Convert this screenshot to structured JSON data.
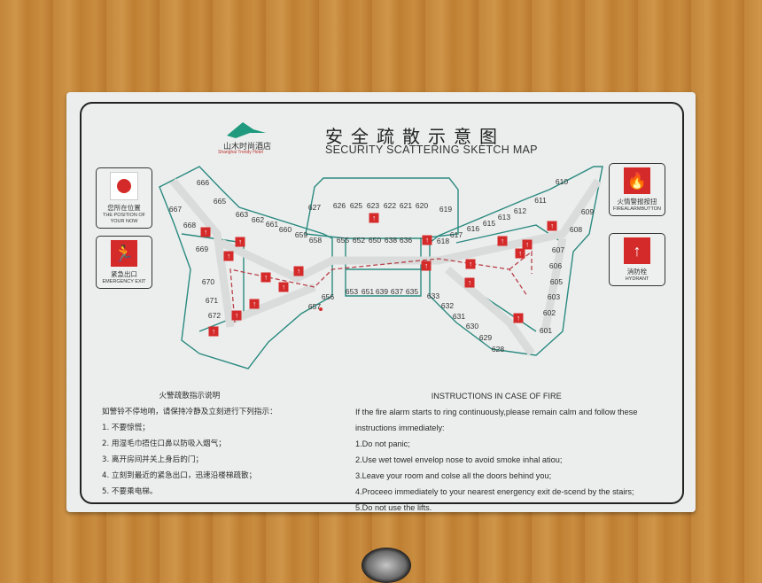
{
  "header": {
    "logo_cn": "山木时尚酒店",
    "logo_en": "Shanghai Trendy Hotel",
    "title_cn": "安全疏散示意图",
    "title_en": "SECURITY SCATTERING SKETCH MAP"
  },
  "legend_left": [
    {
      "icon": "red-dot-icon",
      "cn": "您所在位置",
      "en": "THE POSITION OF YOUR NOW"
    },
    {
      "icon": "running-man-exit-icon",
      "cn": "紧急出口",
      "en": "EMERGENCY EXIT"
    }
  ],
  "legend_right": [
    {
      "icon": "fire-alarm-button-icon",
      "cn": "火情警报按扭",
      "en": "FIREALARMBUTTON"
    },
    {
      "icon": "hydrant-icon",
      "cn": "消防栓",
      "en": "HYDRANT"
    }
  ],
  "map": {
    "rooms": [
      "666",
      "667",
      "665",
      "668",
      "663",
      "662",
      "661",
      "660",
      "659",
      "658",
      "669",
      "670",
      "671",
      "672",
      "657",
      "656",
      "627",
      "626",
      "625",
      "623",
      "622",
      "621",
      "620",
      "619",
      "655",
      "652",
      "650",
      "638",
      "636",
      "653",
      "651",
      "639",
      "637",
      "635",
      "618",
      "617",
      "616",
      "615",
      "613",
      "612",
      "611",
      "610",
      "609",
      "608",
      "607",
      "606",
      "605",
      "603",
      "602",
      "601",
      "633",
      "632",
      "631",
      "630",
      "629",
      "628"
    ]
  },
  "instructions_cn": {
    "title": "火警疏散指示说明",
    "intro": "如警铃不停地响，请保持冷静及立刻进行下列指示：",
    "items": [
      "1. 不要惊慌；",
      "2. 用湿毛巾捂住口鼻以防吸入烟气；",
      "3. 离开房间并关上身后的门；",
      "4. 立刻到最近的紧急出口，迅速沿楼梯疏散；",
      "5. 不要乘电梯。"
    ]
  },
  "instructions_en": {
    "title": "INSTRUCTIONS IN CASE OF FIRE",
    "intro1": "If the fire alarm starts to ring continuously,please remain calm and follow these",
    "intro2": "instructions immediately:",
    "items": [
      "1.Do not panic;",
      "2.Use wet towel envelop nose to avoid smoke inhal atiou;",
      "3.Leave your room and colse all the doors behind you;",
      "4.Proceeo immediately to your nearest energency exit de-scend by the stairs;",
      "5.Do not use the lifts."
    ]
  },
  "colors": {
    "wall": "#2a8a80",
    "sign": "#d42a2a",
    "wood": "#c3863a"
  }
}
